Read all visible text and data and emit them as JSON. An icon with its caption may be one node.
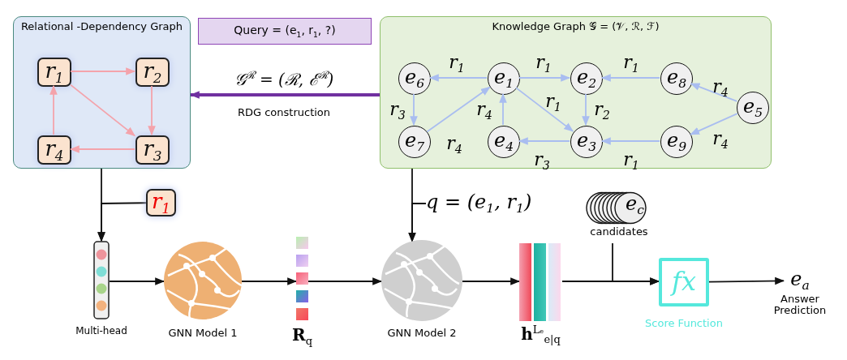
{
  "diagram": {
    "nodes": [
      {
        "text": [
          "Relational -Dependency Graph"
        ]
      },
      {
        "text": [
          "r$_{1}$"
        ],
        "in": 0
      },
      {
        "text": [
          "r$_{2}$"
        ],
        "in": 0
      },
      {
        "text": [
          "r$_{3}$"
        ],
        "in": 0
      },
      {
        "text": [
          "r$_{4}$"
        ],
        "in": 0
      },
      {
        "text": [
          "Query = (e$_{1}$, r$_{1}$, ?)"
        ]
      },
      {
        "text": [
          "Knowledge Graph 𝒢 = (𝒱, ℛ, ℱ)"
        ]
      },
      {
        "text": [
          "e$_{6}$"
        ],
        "in": 6
      },
      {
        "text": [
          "e$_{1}$"
        ],
        "in": 6
      },
      {
        "text": [
          "e$_{2}$"
        ],
        "in": 6
      },
      {
        "text": [
          "e$_{8}$"
        ],
        "in": 6
      },
      {
        "text": [
          "e$_{5}$"
        ],
        "in": 6
      },
      {
        "text": [
          "e$_{7}$"
        ],
        "in": 6
      },
      {
        "text": [
          "e$_{4}$"
        ],
        "in": 6
      },
      {
        "text": [
          "e$_{3}$"
        ],
        "in": 6
      },
      {
        "text": [
          "e$_{9}$"
        ],
        "in": 6
      },
      {
        "text": [
          "r$_{1}$"
        ]
      },
      {
        "text": [],
        "shape": "bar",
        "beside": [
          "Multi-head"
        ]
      },
      {
        "text": [],
        "shape": "picture",
        "beside": [
          "GNN Model 1"
        ]
      },
      {
        "text": [],
        "shape": "bar",
        "beside": [
          "**R**$_{q}$"
        ]
      },
      {
        "text": [],
        "shape": "picture",
        "beside": [
          "GNN Model 2"
        ]
      },
      {
        "text": [],
        "shape": "bar",
        "beside": [
          "**h**$^{Lₑ}$$_{e|q}$"
        ]
      },
      {
        "text": [
          "e$_{c}$"
        ],
        "beside": [
          "candidates"
        ]
      },
      {
        "text": [
          "fx"
        ],
        "beside": [
          "Score Function"
        ]
      },
      {
        "text": [
          "e$_{a}$"
        ],
        "beside": [
          "Answer Prediction"
        ]
      },
      {
        "text": [
          "q = (e$_{1}$, r$_{1}$)"
        ]
      }
    ],
    "edges": [
      {
        "from": 1,
        "to": 2,
        "arrow": "to",
        "color": "#f4a3ab"
      },
      {
        "from": 2,
        "to": 3,
        "arrow": "to",
        "color": "#f4a3ab"
      },
      {
        "from": 1,
        "to": 3,
        "arrow": "to",
        "color": "#f4a3ab"
      },
      {
        "from": 3,
        "to": 4,
        "arrow": "to",
        "color": "#f4a3ab"
      },
      {
        "from": 4,
        "to": 1,
        "arrow": "to",
        "color": "#f4a3ab"
      },
      {
        "from": 8,
        "to": 7,
        "arrow": "to",
        "label": "r$_{1}$",
        "color": "#a9bdf0"
      },
      {
        "from": 8,
        "to": 9,
        "arrow": "to",
        "label": "r$_{1}$",
        "color": "#a9bdf0"
      },
      {
        "from": 10,
        "to": 9,
        "arrow": "to",
        "label": "r$_{1}$",
        "color": "#a9bdf0"
      },
      {
        "from": 11,
        "to": 10,
        "arrow": "to",
        "label": "r$_{4}$",
        "color": "#a9bdf0"
      },
      {
        "from": 7,
        "to": 12,
        "arrow": "to",
        "label": "r$_{3}$",
        "color": "#a9bdf0"
      },
      {
        "from": 12,
        "to": 8,
        "arrow": "to",
        "label": "r$_{4}$",
        "color": "#a9bdf0"
      },
      {
        "from": 13,
        "to": 8,
        "arrow": "to",
        "label": "r$_{4}$",
        "color": "#a9bdf0"
      },
      {
        "from": 8,
        "to": 14,
        "arrow": "to",
        "label": "r$_{1}$",
        "color": "#a9bdf0"
      },
      {
        "from": 9,
        "to": 14,
        "arrow": "to",
        "label": "r$_{2}$",
        "color": "#a9bdf0"
      },
      {
        "from": 14,
        "to": 13,
        "arrow": "to",
        "label": "r$_{3}$",
        "color": "#a9bdf0"
      },
      {
        "from": 15,
        "to": 14,
        "arrow": "to",
        "label": "r$_{1}$",
        "color": "#a9bdf0"
      },
      {
        "from": 11,
        "to": 15,
        "arrow": "to",
        "label": "r$_{4}$",
        "color": "#a9bdf0"
      },
      {
        "from": 6,
        "to": 0,
        "arrow": "to",
        "label": "𝒢$^{ℛ}$ = (ℛ, ℰ$^{ℛ}$)",
        "style": "thick",
        "color": "#7030a0"
      },
      {
        "from": 0,
        "to": 17,
        "arrow": "to",
        "color": "#111111"
      },
      {
        "from": 16,
        "to": 17,
        "arrow": "to",
        "color": "#111111"
      },
      {
        "from": 17,
        "to": 18,
        "arrow": "to",
        "color": "#111111"
      },
      {
        "from": 18,
        "to": 19,
        "arrow": "to",
        "color": "#111111"
      },
      {
        "from": 19,
        "to": 20,
        "arrow": "to",
        "color": "#111111"
      },
      {
        "from": 6,
        "to": 20,
        "arrow": "to",
        "color": "#111111"
      },
      {
        "from": 25,
        "to": 20,
        "arrow": "to",
        "color": "#111111"
      },
      {
        "from": 20,
        "to": 21,
        "arrow": "to",
        "color": "#111111"
      },
      {
        "from": 21,
        "to": 23,
        "arrow": "to",
        "color": "#111111"
      },
      {
        "from": 22,
        "to": 23,
        "arrow": "to",
        "color": "#111111"
      },
      {
        "from": 23,
        "to": 24,
        "arrow": "to",
        "color": "#111111"
      }
    ],
    "labels": [
      "RDG construction"
    ]
  }
}
